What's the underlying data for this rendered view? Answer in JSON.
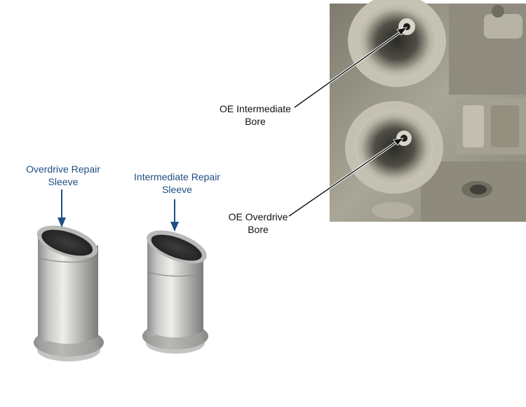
{
  "labels": {
    "overdrive_sleeve": [
      "Overdrive Repair",
      "Sleeve"
    ],
    "intermediate_sleeve": [
      "Intermediate Repair",
      "Sleeve"
    ],
    "oe_intermediate_bore": [
      "OE Intermediate",
      "Bore"
    ],
    "oe_overdrive_bore": [
      "OE Overdrive",
      "Bore"
    ]
  },
  "colors": {
    "label_blue": "#1f4e82",
    "label_black": "#111111",
    "arrow_blue": "#1f4e82",
    "metal_light": "#d9d9d6",
    "metal_dark": "#7d7f7d",
    "casting": "#9a9788"
  }
}
